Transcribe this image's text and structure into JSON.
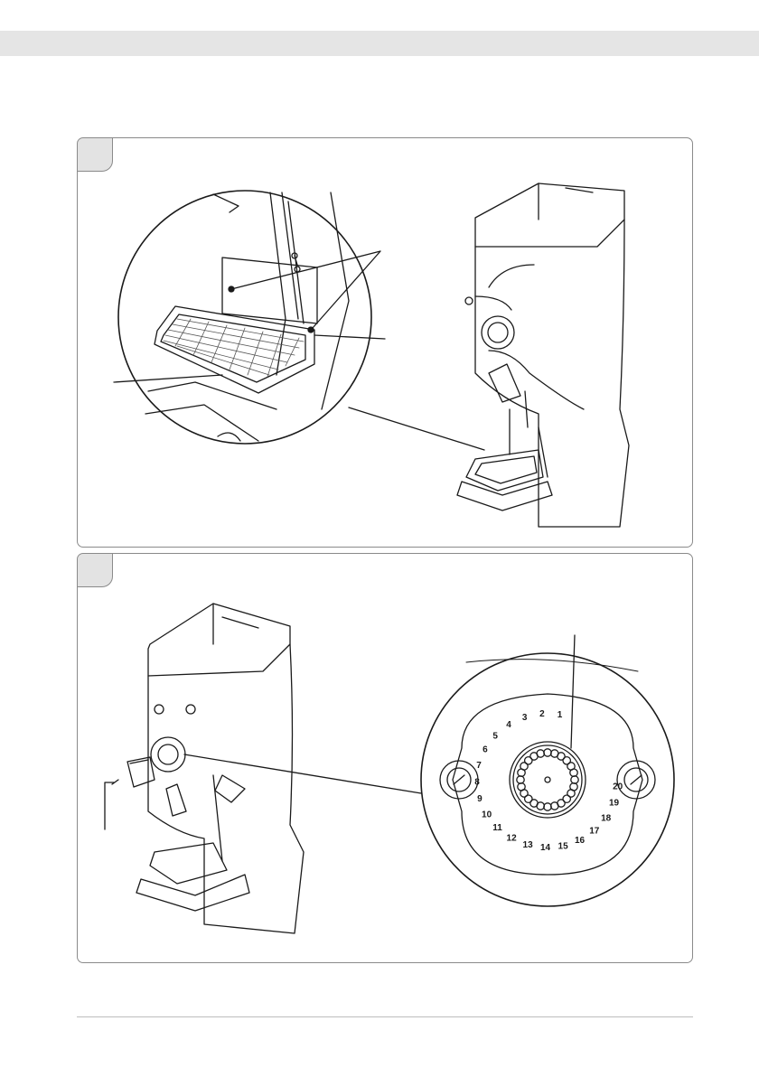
{
  "dial": {
    "numbers": [
      "1",
      "2",
      "3",
      "4",
      "5",
      "6",
      "7",
      "8",
      "9",
      "10",
      "11",
      "12",
      "13",
      "14",
      "15",
      "16",
      "17",
      "18",
      "19",
      "20"
    ]
  },
  "icons": {
    "step1_tab": "step-tab",
    "step2_tab": "step-tab"
  }
}
